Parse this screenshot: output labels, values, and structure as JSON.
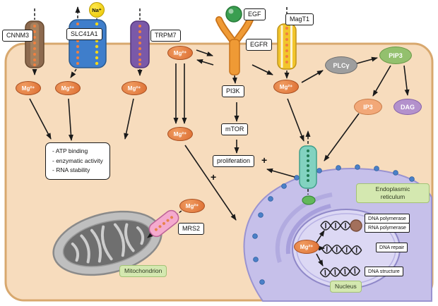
{
  "membrane_proteins": {
    "cnnm3": "CNNM3",
    "slc41a1": "SLC41A1",
    "trpm7": "TRPM7",
    "egfr": "EGFR",
    "magt1": "MagT1",
    "mrs2": "MRS2"
  },
  "molecules": {
    "na": "Na⁺",
    "egf": "EGF",
    "mg": "Mg²⁺",
    "plcg": "PLCγ",
    "pip3": "PIP3",
    "ip3": "IP3",
    "dag": "DAG",
    "pi3k": "PI3K",
    "mtor": "mTOR"
  },
  "annotations": {
    "proliferation": "proliferation",
    "plus": "+",
    "functions": [
      "- ATP binding",
      "- enzymatic activity",
      "- RNA stability"
    ]
  },
  "organelles": {
    "mitochondrion": "Mitochondrion",
    "er_line1": "Endoplasmic",
    "er_line2": "reticulum",
    "nucleus": "Nucleus"
  },
  "nucleus_items": {
    "dna_polymerase": "DNA polymerase",
    "rna_polymerase": "RNA polymerase",
    "dna_repair": "DNA repair",
    "dna_structure": "DNA structure"
  },
  "colors": {
    "cell_fill": "#f7dcbd",
    "membrane": "#d8a86e",
    "mg_oval": "#dd6e32",
    "plcg_gray": "#9e9e9e",
    "pip3_green": "#93c06e",
    "ip3_orange": "#f2a878",
    "dag_purple": "#b391cc",
    "badge_green": "#d4e8b0",
    "er_purple": "#c6c0ea",
    "ribosome_blue": "#4a80c8"
  }
}
